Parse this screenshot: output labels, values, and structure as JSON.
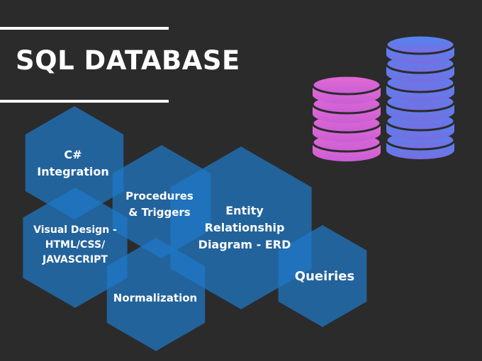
{
  "header": {
    "title": "SQL DATABASE"
  },
  "colors": {
    "background": "#2b2b2b",
    "hex_fill": "#1e78c8",
    "cylinder_left_top": "#e46ad2",
    "cylinder_left_bottom": "#c95ed6",
    "cylinder_right_top": "#4f86f2",
    "cylinder_right_bottom": "#7a6de0"
  },
  "icons": {
    "database_left": "database-icon",
    "database_right": "database-icon"
  },
  "hexagons": [
    {
      "id": "csharp",
      "lines": [
        "C#",
        "Integration"
      ]
    },
    {
      "id": "procedures",
      "lines": [
        "Procedures",
        "& Triggers"
      ]
    },
    {
      "id": "erd",
      "lines": [
        "Entity",
        "Relationship",
        "Diagram - ERD"
      ]
    },
    {
      "id": "visual",
      "lines": [
        "Visual Design -",
        "HTML/CSS/",
        "JAVASCRIPT"
      ]
    },
    {
      "id": "normalization",
      "lines": [
        "Normalization"
      ]
    },
    {
      "id": "queiries",
      "lines": [
        "Queiries"
      ]
    }
  ]
}
